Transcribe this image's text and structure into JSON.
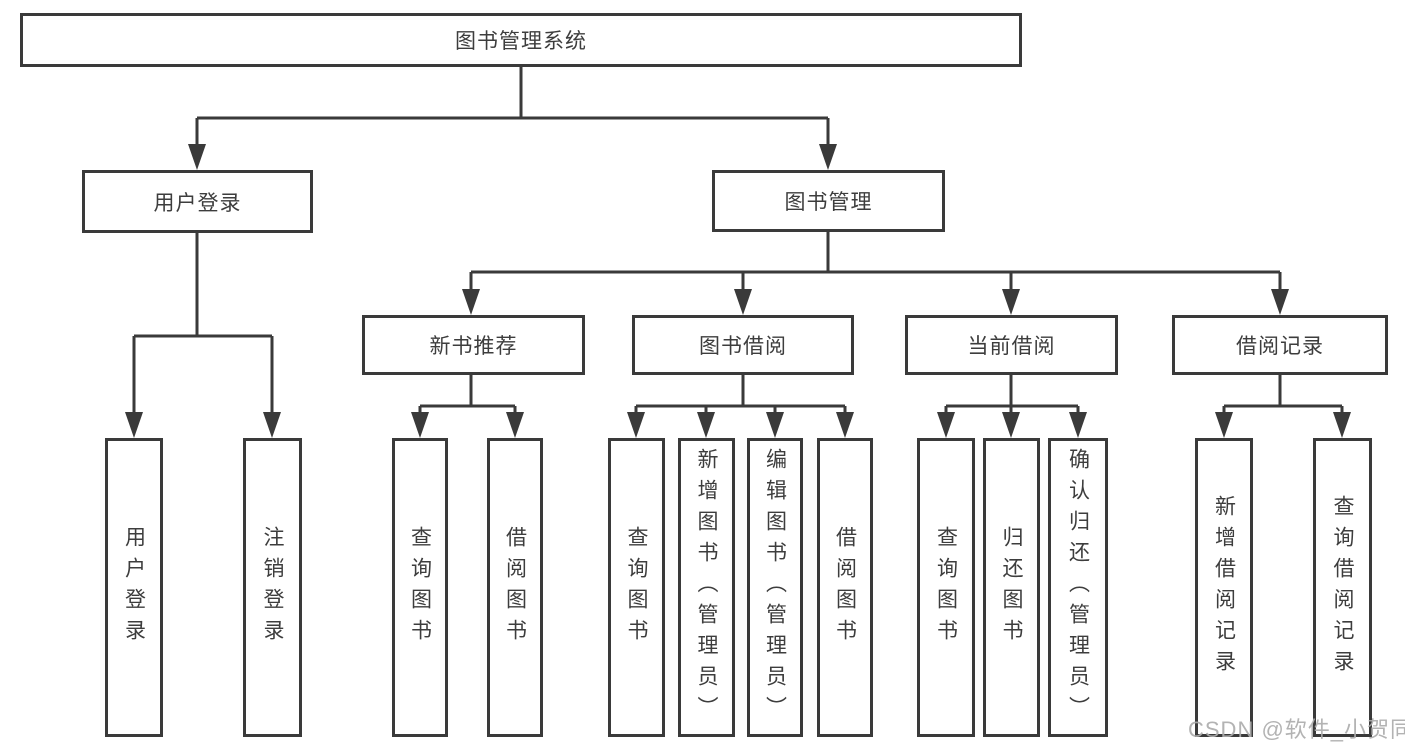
{
  "diagram": {
    "type": "hierarchy-tree",
    "colors": {
      "line": "#3a3a3a",
      "node_border": "#3a3a3a",
      "text": "#3d3d3d",
      "background": "#ffffff",
      "watermark": "#adadad"
    }
  },
  "tree": {
    "root": "图书管理系统",
    "children": [
      {
        "label": "用户登录",
        "children": [
          {
            "label": "用户登录"
          },
          {
            "label": "注销登录"
          }
        ]
      },
      {
        "label": "图书管理",
        "children": [
          {
            "label": "新书推荐",
            "children": [
              {
                "label": "查询图书"
              },
              {
                "label": "借阅图书"
              }
            ]
          },
          {
            "label": "图书借阅",
            "children": [
              {
                "label": "查询图书"
              },
              {
                "label": "新增图书（管理员）"
              },
              {
                "label": "编辑图书（管理员）"
              },
              {
                "label": "借阅图书"
              }
            ]
          },
          {
            "label": "当前借阅",
            "children": [
              {
                "label": "查询图书"
              },
              {
                "label": "归还图书"
              },
              {
                "label": "确认归还（管理员）"
              }
            ]
          },
          {
            "label": "借阅记录",
            "children": [
              {
                "label": "新增借阅记录"
              },
              {
                "label": "查询借阅记录"
              }
            ]
          }
        ]
      }
    ]
  },
  "watermark": {
    "text": "CSDN @软件_小贺同学"
  }
}
